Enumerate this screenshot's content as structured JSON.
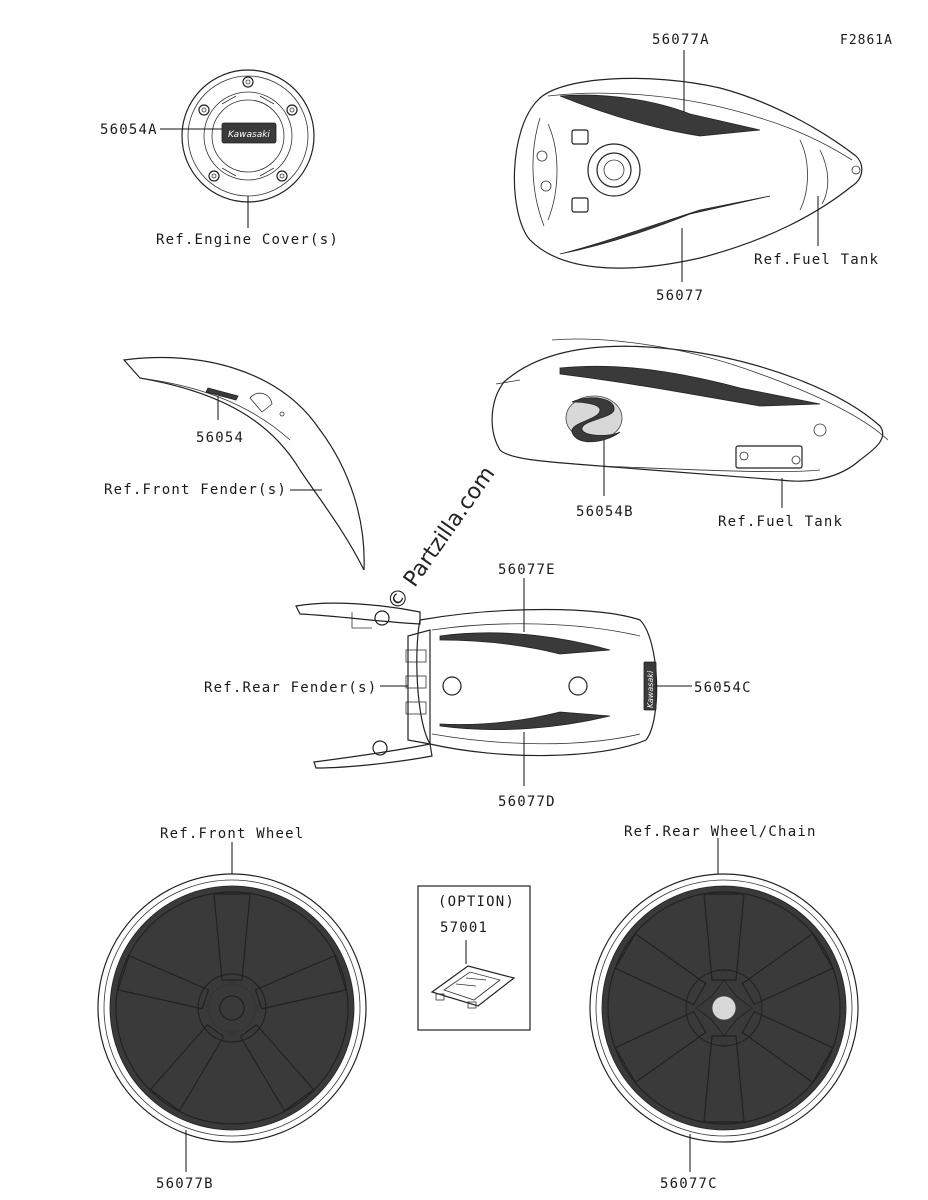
{
  "figure_id": "F2861A",
  "watermark": "© Partzilla.com",
  "labels": {
    "engine_cover_badge": "56054A",
    "engine_cover_ref": "Ref.Engine Cover(s)",
    "tank_top_stripe_upper": "56077A",
    "tank_top_stripe_lower": "56077",
    "tank_top_ref": "Ref.Fuel Tank",
    "front_fender_decal": "56054",
    "front_fender_ref": "Ref.Front Fender(s)",
    "tank_side_emblem": "56054B",
    "tank_side_ref": "Ref.Fuel Tank",
    "rear_fender_stripe_upper": "56077E",
    "rear_fender_ref": "Ref.Rear Fender(s)",
    "rear_fender_badge": "56054C",
    "rear_fender_stripe_lower": "56077D",
    "front_wheel_ref": "Ref.Front Wheel",
    "front_wheel_stripe": "56077B",
    "option_heading": "(OPTION)",
    "option_part": "57001",
    "rear_wheel_ref": "Ref.Rear Wheel/Chain",
    "rear_wheel_stripe": "56077C"
  },
  "badge_text": {
    "engine_cover": "Kawasaki",
    "rear_fender": "Kawasaki"
  }
}
